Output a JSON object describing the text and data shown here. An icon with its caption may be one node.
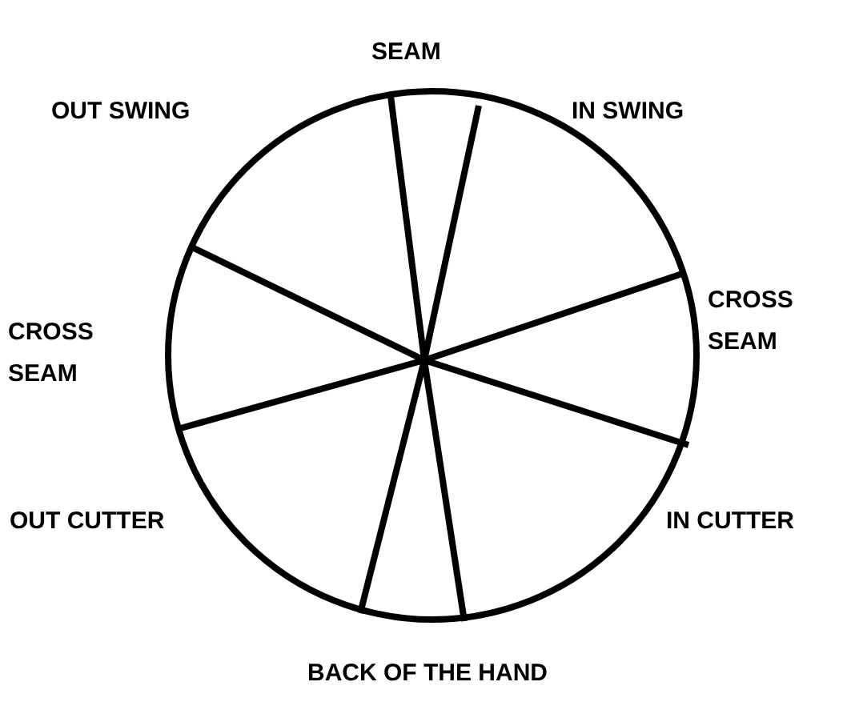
{
  "diagram": {
    "labels": [
      "SEAM",
      "OUT SWING",
      "IN SWING",
      "CROSS SEAM",
      "CROSS SEAM",
      "OUT CUTTER",
      "IN CUTTER",
      "BACK OF THE HAND"
    ]
  }
}
